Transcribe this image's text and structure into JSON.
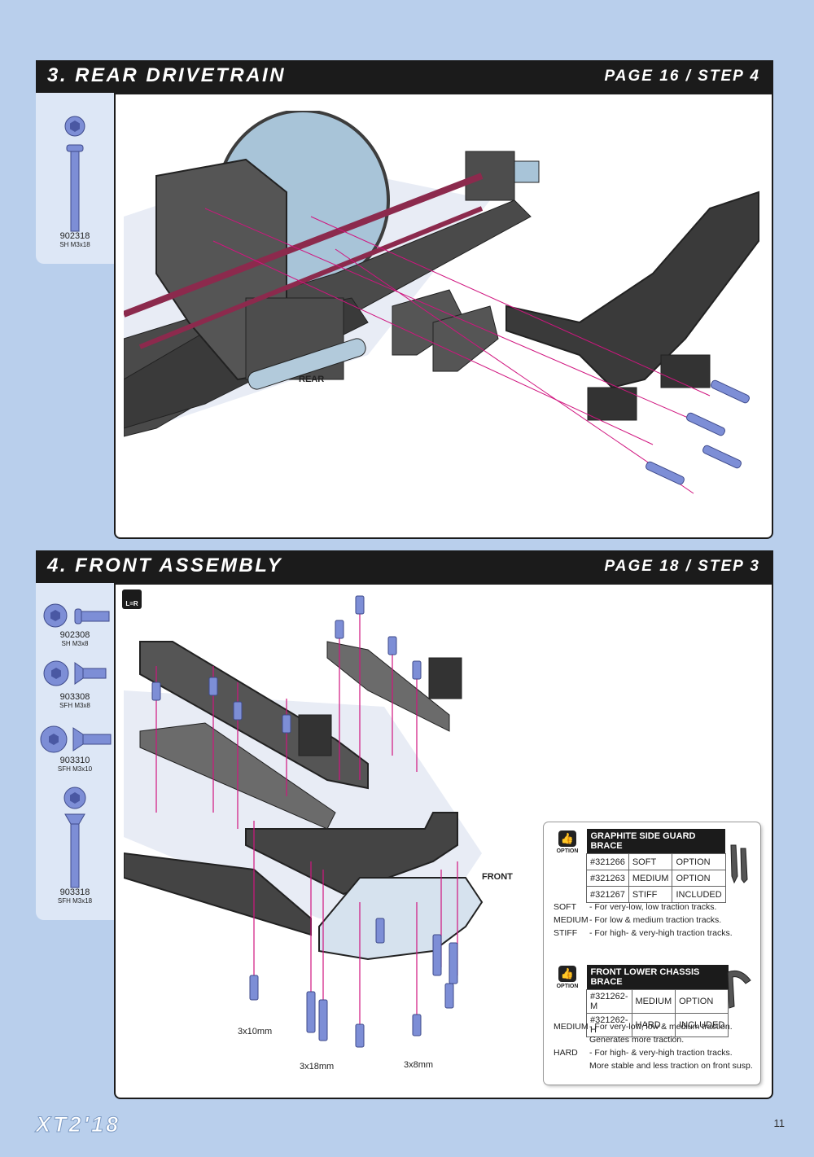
{
  "sections": [
    {
      "title": "3. REAR DRIVETRAIN",
      "page_ref": "PAGE 16 / STEP 4",
      "parts": [
        {
          "number": "902318",
          "desc": "SH M3x18"
        }
      ],
      "labels": {
        "rear": "REAR"
      }
    },
    {
      "title": "4. FRONT ASSEMBLY",
      "page_ref": "PAGE 18 / STEP 3",
      "lr_icon": "L=R",
      "parts": [
        {
          "number": "902308",
          "desc": "SH M3x8"
        },
        {
          "number": "903308",
          "desc": "SFH M3x8"
        },
        {
          "number": "903310",
          "desc": "SFH M3x10"
        },
        {
          "number": "903318",
          "desc": "SFH M3x18"
        }
      ],
      "labels": {
        "front": "FRONT",
        "s1": "3x10mm",
        "s2": "3x18mm",
        "s3": "3x8mm"
      }
    }
  ],
  "options": [
    {
      "icon": "thumbs-up-icon",
      "label": "OPTION",
      "title": "GRAPHITE SIDE GUARD BRACE",
      "rows": [
        [
          "#321266",
          "SOFT",
          "OPTION"
        ],
        [
          "#321263",
          "MEDIUM",
          "OPTION"
        ],
        [
          "#321267",
          "STIFF",
          "INCLUDED"
        ]
      ],
      "descriptions": [
        {
          "key": "SOFT",
          "text": "- For very-low, low traction tracks."
        },
        {
          "key": "MEDIUM",
          "text": "- For low & medium traction tracks."
        },
        {
          "key": "STIFF",
          "text": "- For high- & very-high traction tracks."
        }
      ]
    },
    {
      "icon": "thumbs-up-icon",
      "label": "OPTION",
      "title": "FRONT LOWER CHASSIS BRACE",
      "rows": [
        [
          "#321262-M",
          "MEDIUM",
          "OPTION"
        ],
        [
          "#321262-H",
          "HARD",
          "INCLUDED"
        ]
      ],
      "descriptions": [
        {
          "key": "MEDIUM",
          "text": "- For very-low, low & medium traction.",
          "text2": "Generates more traction."
        },
        {
          "key": "HARD",
          "text": "- For high- & very-high traction tracks.",
          "text2": "More stable and less traction on front susp."
        }
      ]
    }
  ],
  "footer": {
    "logo": "XT2'18",
    "page_number": "11"
  },
  "colors": {
    "background": "#b9cfec",
    "header": "#1b1b1b",
    "pink_line": "#d0157f",
    "screw": "#7d8ed6"
  }
}
